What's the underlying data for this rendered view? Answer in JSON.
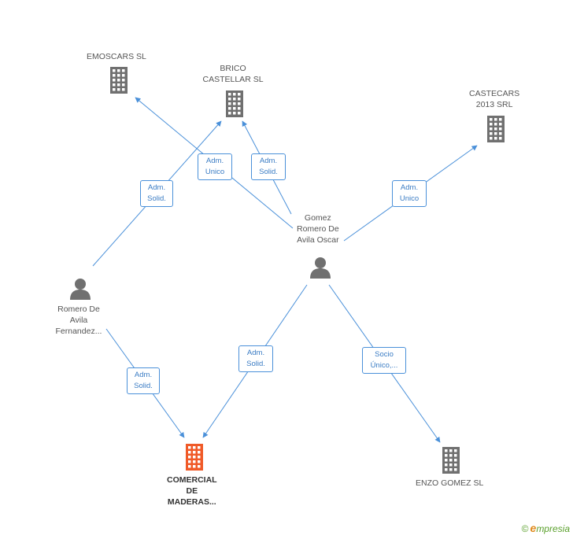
{
  "colors": {
    "edge": "#4a90d9",
    "building": "#707070",
    "building_focus": "#f05a28",
    "person": "#707070"
  },
  "nodes": [
    {
      "id": "emoscars",
      "type": "company",
      "lines": [
        "EMOSCARS SL"
      ]
    },
    {
      "id": "brico",
      "type": "company",
      "lines": [
        "BRICO",
        "CASTELLAR SL"
      ]
    },
    {
      "id": "castecars",
      "type": "company",
      "lines": [
        "CASTECARS",
        "2013 SRL"
      ]
    },
    {
      "id": "gomez",
      "type": "person",
      "lines": [
        "Gomez",
        "Romero De",
        "Avila Oscar"
      ]
    },
    {
      "id": "romero",
      "type": "person",
      "lines": [
        "Romero De",
        "Avila",
        "Fernandez..."
      ]
    },
    {
      "id": "comercial",
      "type": "company-focus",
      "lines": [
        "COMERCIAL",
        "DE",
        "MADERAS..."
      ]
    },
    {
      "id": "enzo",
      "type": "company",
      "lines": [
        "ENZO GOMEZ SL"
      ]
    }
  ],
  "edges": [
    {
      "id": "gomez-emoscars",
      "lines": [
        "Adm.",
        "Unico"
      ]
    },
    {
      "id": "gomez-brico",
      "lines": [
        "Adm.",
        "Solid."
      ]
    },
    {
      "id": "romero-brico",
      "lines": [
        "Adm.",
        "Solid."
      ]
    },
    {
      "id": "gomez-castecars",
      "lines": [
        "Adm.",
        "Unico"
      ]
    },
    {
      "id": "romero-comercial",
      "lines": [
        "Adm.",
        "Solid."
      ]
    },
    {
      "id": "gomez-comercial",
      "lines": [
        "Adm.",
        "Solid."
      ]
    },
    {
      "id": "gomez-enzo",
      "lines": [
        "Socio",
        "Único,..."
      ]
    }
  ],
  "watermark": {
    "copyright": "©",
    "brand_initial": "e",
    "brand_rest": "mpresia"
  }
}
